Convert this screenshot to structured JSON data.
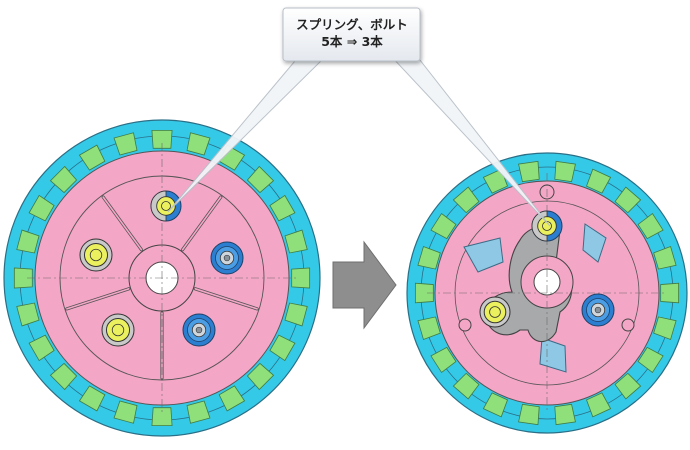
{
  "callout": {
    "line1": "スプリング、ボルト",
    "line2": "5本 ⇒ 3本"
  },
  "colors": {
    "outer_ring": "#35c9e8",
    "green_tab": "#8fe07a",
    "pink_plate": "#f4a6c6",
    "spring_blue": "#2c7fd0",
    "bolt_yellow": "#eaf05e",
    "gray_part": "#a7a9ab",
    "arrow_gray": "#8e8e8e",
    "window_light_blue": "#8fc8e4"
  },
  "left_assembly": {
    "name": "clutch-before",
    "spring_count": 5
  },
  "right_assembly": {
    "name": "clutch-after",
    "spring_count": 3
  },
  "transition_arrow": {
    "icon": "right-arrow"
  }
}
